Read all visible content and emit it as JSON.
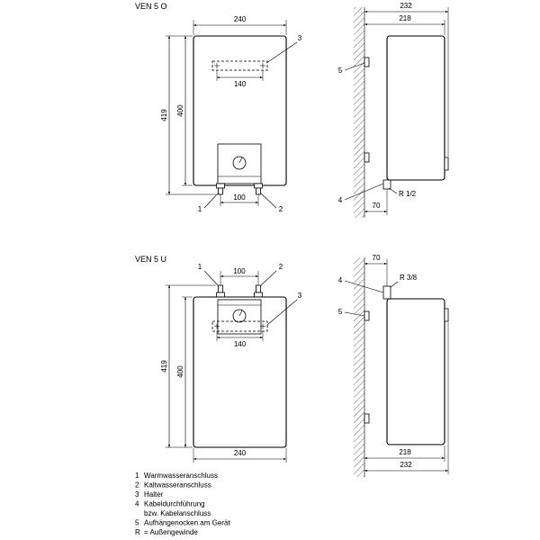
{
  "top_variant": {
    "title": "VEN 5 O",
    "front": {
      "width": "240",
      "height_total": "419",
      "height_body": "400",
      "holder_spacing": "140",
      "connector_spacing": "100",
      "callout_hot": "1",
      "callout_cold": "2",
      "callout_holder": "3"
    },
    "side": {
      "depth_total": "232",
      "depth_body": "218",
      "connector_offset": "70",
      "thread": "R 1/2",
      "callout_cable": "4",
      "callout_mount": "5"
    }
  },
  "bottom_variant": {
    "title": "VEN 5 U",
    "front": {
      "width": "240",
      "height_total": "419",
      "height_body": "400",
      "holder_spacing": "140",
      "connector_spacing": "100",
      "callout_hot": "1",
      "callout_cold": "2",
      "callout_holder": "3"
    },
    "side": {
      "depth_total": "232",
      "depth_body": "218",
      "connector_offset": "70",
      "thread": "R 3/8",
      "callout_cable": "4",
      "callout_mount": "5"
    }
  },
  "legend": [
    {
      "key": "1",
      "text": "Warmwasseranschluss"
    },
    {
      "key": "2",
      "text": "Kaltwasseranschluss"
    },
    {
      "key": "3",
      "text": "Halter"
    },
    {
      "key": "4",
      "text": "Kabeldurchführung"
    },
    {
      "text": "bzw. Kabelanschluss"
    },
    {
      "key": "5",
      "text": "Aufhängenocken am Gerät"
    },
    {
      "key": "R",
      "text": "= Außengewinde"
    }
  ]
}
